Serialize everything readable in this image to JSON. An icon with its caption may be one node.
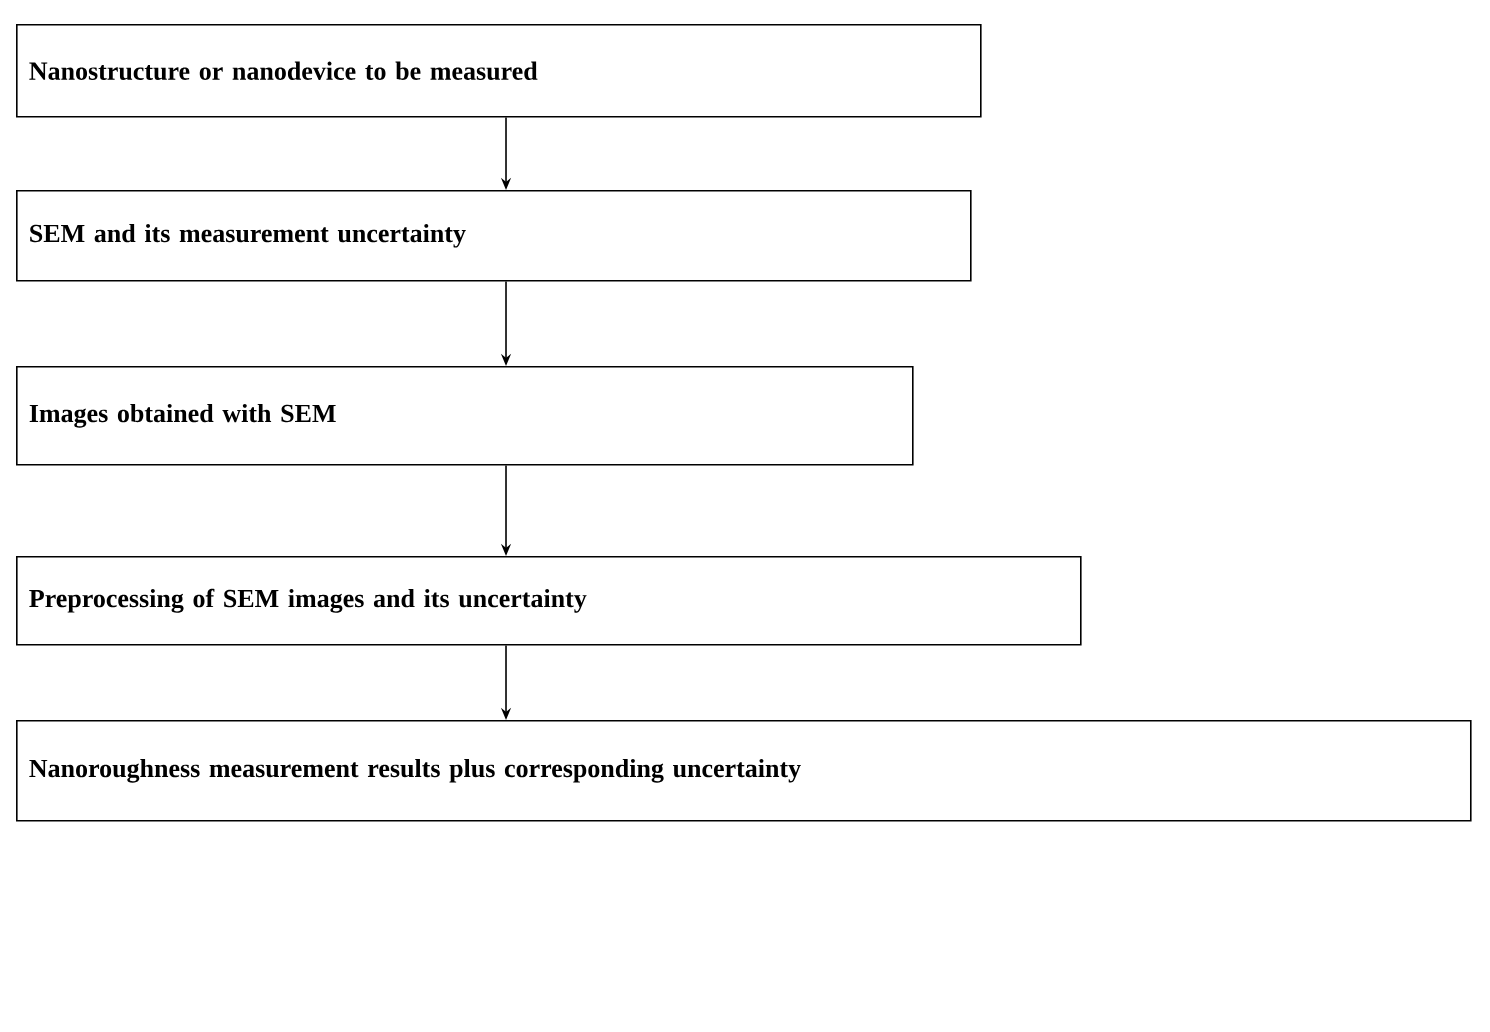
{
  "diagram": {
    "nodes": [
      {
        "text": [
          "Nanostructure or nanodevice to be measured"
        ]
      },
      {
        "text": [
          "SEM and its measurement uncertainty"
        ]
      },
      {
        "text": [
          "Images obtained with SEM"
        ]
      },
      {
        "text": [
          "Preprocessing of SEM images and its uncertainty"
        ]
      },
      {
        "text": [
          "Nanoroughness measurement results plus corresponding uncertainty"
        ]
      }
    ],
    "edges": [
      {
        "from": 0,
        "to": 1,
        "arrow": "to"
      },
      {
        "from": 1,
        "to": 2,
        "arrow": "to"
      },
      {
        "from": 2,
        "to": 3,
        "arrow": "to"
      },
      {
        "from": 3,
        "to": 4,
        "arrow": "to"
      }
    ]
  }
}
